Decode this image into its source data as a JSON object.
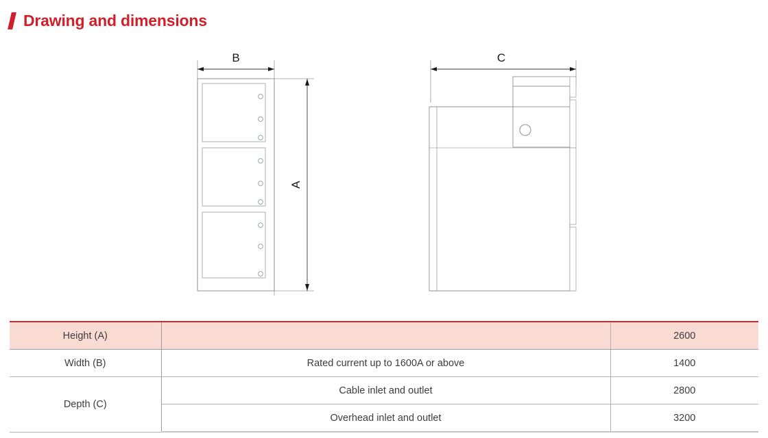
{
  "header": {
    "title": "Drawing and dimensions",
    "accent_color": "#cf1f2a"
  },
  "drawing": {
    "front_view": {
      "width_dimension_label": "B",
      "height_dimension_label": "A",
      "panel_count": 3,
      "handle_count_per_panel": 3
    },
    "side_view": {
      "depth_dimension_label": "C"
    }
  },
  "table": {
    "rows": [
      {
        "label": "Height (A)",
        "description": "",
        "value": "2600"
      },
      {
        "label": "Width (B)",
        "description": "Rated current up to 1600A or above",
        "value": "1400"
      },
      {
        "label": "Depth (C)",
        "description": "Cable inlet and outlet",
        "value": "2800"
      },
      {
        "label": "",
        "description": "Overhead inlet and outlet",
        "value": "3200"
      }
    ],
    "header_background": "#fadbd4",
    "header_top_border": "#d8232a"
  }
}
